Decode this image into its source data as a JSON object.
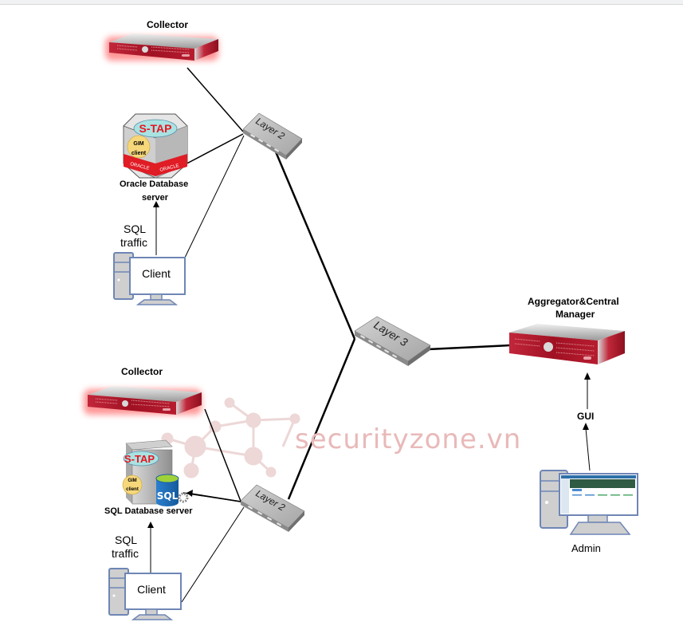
{
  "diagram": {
    "watermark": "securityzone.vn",
    "top_site": {
      "collector_label": "Collector",
      "switch_label": "Layer 2",
      "db_label_line1": "Oracle Database",
      "db_label_line2": "server",
      "stap_label": "S-TAP",
      "gim_line1": "GIM",
      "gim_line2": "client",
      "oracle_brand": "ORACLE",
      "traffic_line1": "SQL",
      "traffic_line2": "traffic",
      "client_label": "Client"
    },
    "bottom_site": {
      "collector_label": "Collector",
      "switch_label": "Layer 2",
      "db_label": "SQL Database server",
      "stap_label": "S-TAP",
      "gim_line1": "GIM",
      "gim_line2": "client",
      "sql_badge": "SQL",
      "traffic_line1": "SQL",
      "traffic_line2": "traffic",
      "client_label": "Client"
    },
    "core": {
      "switch_label": "Layer 3",
      "aggregator_line1": "Aggregator&Central",
      "aggregator_line2": "Manager",
      "gui_label": "GUI",
      "admin_label": "Admin"
    },
    "colors": {
      "appliance_red": "#b5172b",
      "glow": "#ff6b6b",
      "switch_gray": "#b9b9b9",
      "pc_blue": "#6f86b5",
      "stap_text": "#e8141e",
      "stap_fill": "#a9e2e2",
      "gim_fill": "#f6d77a",
      "sql_blue": "#1f6fc0",
      "watermark": "#e9b9b9"
    }
  }
}
